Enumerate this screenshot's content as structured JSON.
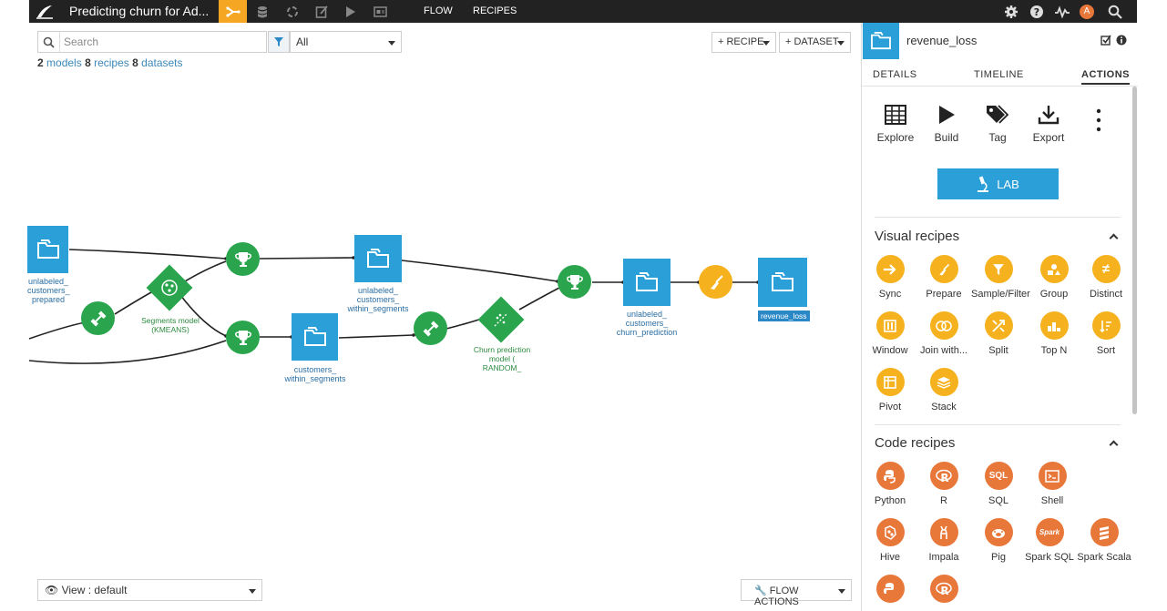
{
  "topbar": {
    "project_title": "Predicting churn for Ad...",
    "nav_flow": "FLOW",
    "nav_recipes": "RECIPES",
    "avatar_letter": "A"
  },
  "flow_toolbar": {
    "search_placeholder": "Search",
    "filter_value": "All",
    "recipe_button": "+ RECIPE",
    "dataset_button": "+ DATASET",
    "stats": {
      "models_count": "2",
      "models_label": "models",
      "recipes_count": "8",
      "recipes_label": "recipes",
      "datasets_count": "8",
      "datasets_label": "datasets"
    }
  },
  "flow": {
    "datasets": [
      {
        "label_lines": [
          "unlabeled_",
          "customers_",
          "prepared"
        ]
      },
      {
        "label_lines": [
          "unlabeled_",
          "customers_",
          "within_segments"
        ]
      },
      {
        "label_lines": [
          "customers_",
          "within_segments"
        ]
      },
      {
        "label_lines": [
          "unlabeled_",
          "customers_",
          "churn_prediction"
        ]
      },
      {
        "label": "revenue_loss"
      }
    ],
    "models": [
      {
        "label_lines": [
          "Segments model",
          "(KMEANS)"
        ]
      },
      {
        "label_lines": [
          "Churn prediction",
          "model (",
          "RANDOM_"
        ]
      }
    ]
  },
  "bottom": {
    "view_label": "View : default",
    "flow_actions": "FLOW ACTIONS"
  },
  "panel": {
    "dataset_name": "revenue_loss",
    "tabs": [
      "DETAILS",
      "TIMELINE",
      "ACTIONS"
    ],
    "active_tab": "ACTIONS",
    "actions": [
      "Explore",
      "Build",
      "Tag",
      "Export"
    ],
    "lab_button": "LAB",
    "visual_title": "Visual recipes",
    "visual_recipes": [
      "Sync",
      "Prepare",
      "Sample/Filter",
      "Group",
      "Distinct",
      "Window",
      "Join with...",
      "Split",
      "Top N",
      "Sort",
      "Pivot",
      "Stack"
    ],
    "code_title": "Code recipes",
    "code_recipes": [
      "Python",
      "R",
      "SQL",
      "Shell",
      "Hive",
      "Impala",
      "Pig",
      "Spark SQL",
      "Spark Scala"
    ],
    "code_icon_text": {
      "sql": "SQL",
      "spark": "Spark"
    }
  },
  "colors": {
    "accent_orange": "#f5a623",
    "dataset_blue": "#2a9fd8",
    "recipe_green": "#2aa54d",
    "visual_recipe": "#f5b21e",
    "code_recipe": "#e8773a",
    "topbar": "#222222"
  }
}
